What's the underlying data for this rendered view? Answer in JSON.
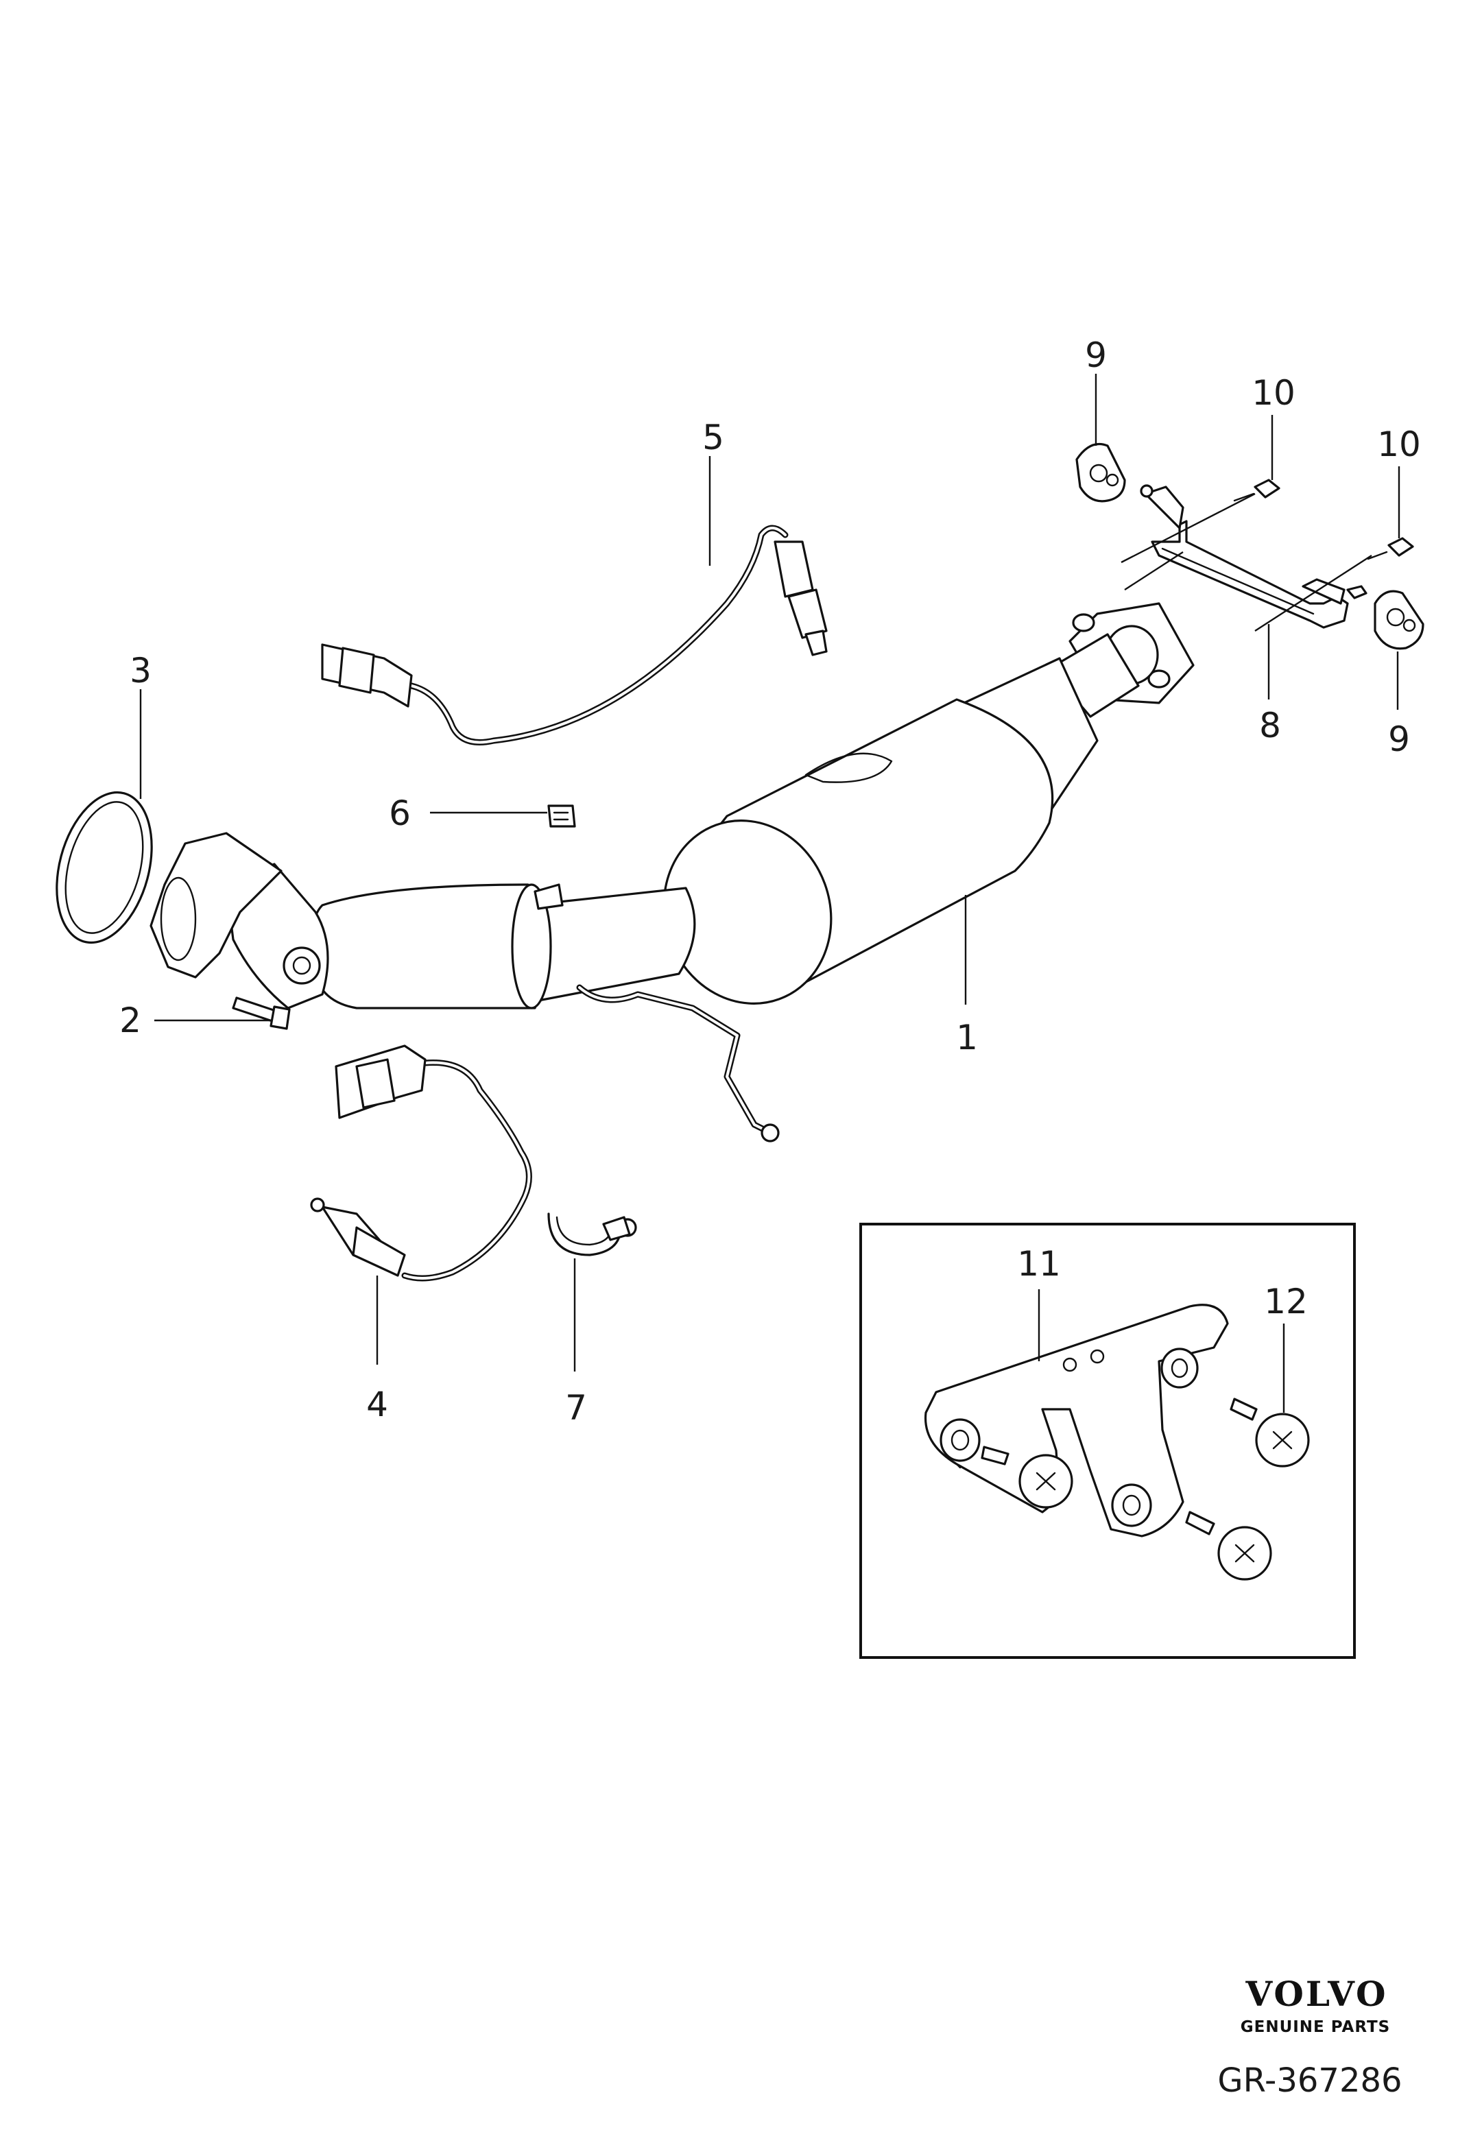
{
  "diagram": {
    "callouts": [
      {
        "id": "c1",
        "text": "1"
      },
      {
        "id": "c2",
        "text": "2"
      },
      {
        "id": "c3",
        "text": "3"
      },
      {
        "id": "c4",
        "text": "4"
      },
      {
        "id": "c5",
        "text": "5"
      },
      {
        "id": "c6",
        "text": "6"
      },
      {
        "id": "c7",
        "text": "7"
      },
      {
        "id": "c8",
        "text": "8"
      },
      {
        "id": "c9a",
        "text": "9"
      },
      {
        "id": "c9b",
        "text": "9"
      },
      {
        "id": "c10a",
        "text": "10"
      },
      {
        "id": "c10b",
        "text": "10"
      },
      {
        "id": "c11",
        "text": "11"
      },
      {
        "id": "c12",
        "text": "12"
      }
    ]
  },
  "branding": {
    "logo_text": "VOLVO",
    "logo_subtext": "GENUINE PARTS",
    "reference": "GR-367286"
  }
}
